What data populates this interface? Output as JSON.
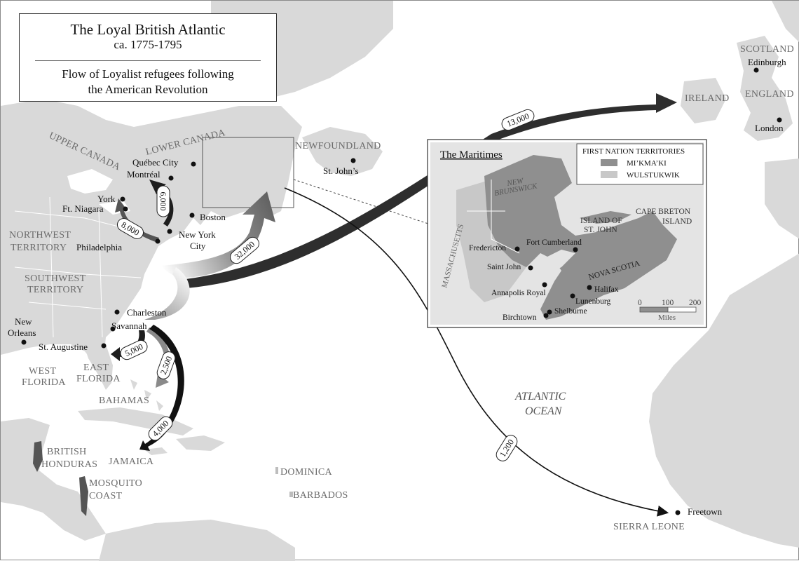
{
  "title": {
    "main": "The Loyal British Atlantic",
    "dates": "ca. 1775-1795",
    "subtitle_line1": "Flow of Loyalist refugees following",
    "subtitle_line2": "the American Revolution"
  },
  "regions": {
    "upper_canada": "UPPER CANADA",
    "lower_canada": "LOWER CANADA",
    "newfoundland": "NEWFOUNDLAND",
    "northwest_territory_1": "NORTHWEST",
    "northwest_territory_2": "TERRITORY",
    "southwest_territory_1": "SOUTHWEST",
    "southwest_territory_2": "TERRITORY",
    "west_florida_1": "WEST",
    "west_florida_2": "FLORIDA",
    "east_florida_1": "EAST",
    "east_florida_2": "FLORIDA",
    "bahamas": "BAHAMAS",
    "british_honduras_1": "BRITISH",
    "british_honduras_2": "HONDURAS",
    "jamaica": "JAMAICA",
    "mosquito_coast_1": "MOSQUITO",
    "mosquito_coast_2": "COAST",
    "dominica": "DOMINICA",
    "barbados": "BARBADOS",
    "ireland": "IRELAND",
    "scotland": "SCOTLAND",
    "england": "ENGLAND",
    "sierra_leone": "SIERRA LEONE",
    "atlantic_1": "ATLANTIC",
    "atlantic_2": "OCEAN"
  },
  "cities": {
    "quebec_city": "Québec City",
    "montreal": "Montréal",
    "york": "York",
    "ft_niagara": "Ft. Niagara",
    "boston": "Boston",
    "new_york_1": "New York",
    "new_york_2": "City",
    "philadelphia": "Philadelphia",
    "charleston": "Charleston",
    "savannah": "Savannah",
    "new_orleans_1": "New",
    "new_orleans_2": "Orleans",
    "st_augustine": "St. Augustine",
    "st_johns": "St. John’s",
    "edinburgh": "Edinburgh",
    "london": "London",
    "freetown": "Freetown"
  },
  "flows": {
    "ireland": "13,000",
    "maritimes": "32,000",
    "quebec": "6,000",
    "upper_canada": "8,000",
    "east_florida": "5,000",
    "bahamas": "2,500",
    "jamaica": "4,000",
    "sierra_leone": "1,200"
  },
  "inset": {
    "title": "The Maritimes",
    "legend_title": "FIRST NATION TERRITORIES",
    "legend_items": [
      "MI’KMA’KI",
      "WULSTUKWIK"
    ],
    "legend_colors": [
      "#8f8f8f",
      "#c8c8c8"
    ],
    "regions": {
      "new_brunswick_1": "NEW",
      "new_brunswick_2": "BRUNSWICK",
      "massachusetts": "MASSACHUSETTS",
      "island_st_john_1": "ISLAND OF",
      "island_st_john_2": "ST. JOHN",
      "cape_breton_1": "CAPE BRETON",
      "cape_breton_2": "ISLAND",
      "nova_scotia": "NOVA SCOTIA"
    },
    "cities": {
      "fredericton": "Fredericton",
      "fort_cumberland": "Fort Cumberland",
      "saint_john": "Saint John",
      "annapolis_royal": "Annapolis Royal",
      "halifax": "Halifax",
      "lunenburg": "Lunenburg",
      "shelburne": "Shelburne",
      "birchtown": "Birchtown"
    },
    "scale": {
      "ticks": [
        "0",
        "100",
        "200"
      ],
      "unit": "Miles"
    }
  }
}
